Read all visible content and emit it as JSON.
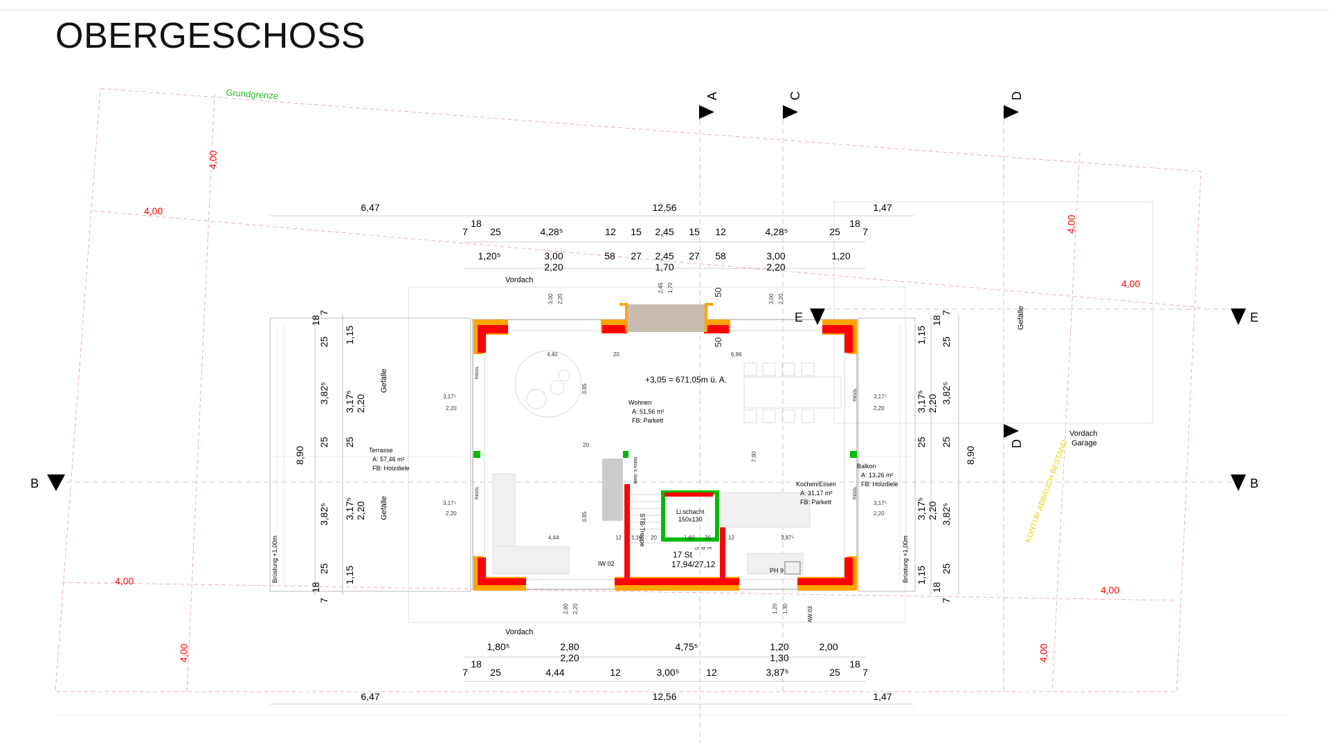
{
  "title": "OBERGESCHOSS",
  "colors": {
    "grid": "#e09090",
    "red": "#ff0000",
    "orange": "#ffa500",
    "green": "#00bb00",
    "yellow": "#e8d400",
    "gray": "#c8bcb0"
  },
  "labels": {
    "grundgrenze": "Grundgrenze",
    "vordach_top": "Vordach",
    "vordach_bottom": "Vordach",
    "vordach_garage_1": "Vordach",
    "vordach_garage_2": "Garage",
    "kontur": "KONTUR ABBRUCH BESTAND",
    "gefaelle": "Gefälle",
    "bruestung": "Brüstung +1,00m",
    "level": "+3,05 = 671,05m ü. A.",
    "rigol": "RIGOL",
    "stb_treppe": "STB-Treppe",
    "stuetze": "Stütze lt. Statik",
    "iw02": "IW 02",
    "aw03": "AW 03",
    "ph": "PH 9"
  },
  "rooms": {
    "wohnen": {
      "name": "Wohnen",
      "area": "A: 51,56 m²",
      "floor": "FB: Parkett"
    },
    "kochen": {
      "name": "Kochen/Essen",
      "area": "A: 31,17 m²",
      "floor": "FB: Parkett"
    },
    "terrasse": {
      "name": "Terrasse",
      "area": "A:   57,46 m²",
      "floor": "FB: Holzdiele"
    },
    "balkon": {
      "name": "Balkon",
      "area": "A:   13,26 m²",
      "floor": "FB: Holzdiele"
    },
    "schacht": {
      "name": "Li.schacht",
      "size": "150x130"
    },
    "stair": {
      "steps": "17 St",
      "ratio": "17,94/27,12"
    }
  },
  "sections": [
    "A",
    "C",
    "D",
    "E",
    "B"
  ],
  "dims": {
    "top_total": [
      "6,47",
      "12,56",
      "1,47"
    ],
    "top_row1": [
      "7",
      "18",
      "25",
      "4,28⁵",
      "12",
      "15",
      "2,45",
      "15",
      "12",
      "4,28⁵",
      "25",
      "18",
      "7"
    ],
    "top_row2": [
      "1,20⁵",
      "3,00",
      "2,20",
      "58",
      "27",
      "2,45",
      "1,70",
      "27",
      "58",
      "3,00",
      "2,20",
      "1,20"
    ],
    "bottom_row1": [
      "1,80⁵",
      "2,80",
      "2,20",
      "4,75⁵",
      "1,20",
      "1,30",
      "2,00"
    ],
    "bottom_row2": [
      "7",
      "18",
      "25",
      "4,44",
      "12",
      "3,00⁵",
      "12",
      "3,87⁵",
      "25",
      "18",
      "7"
    ],
    "bottom_total": [
      "6,47",
      "12,56",
      "1,47"
    ],
    "left": [
      "7",
      "18",
      "25",
      "3,82⁵",
      "25",
      "8,90",
      "3,82⁵",
      "25",
      "18",
      "7",
      "1,15",
      "3,17⁵",
      "2,20",
      "25",
      "3,17⁵",
      "2,20",
      "1,15"
    ],
    "right": [
      "1,15",
      "3,17⁵",
      "2,20",
      "25",
      "3,17⁵",
      "2,20",
      "1,15",
      "18",
      "25",
      "3,82⁵",
      "25",
      "8,90",
      "3,82⁵",
      "25",
      "18",
      "7",
      "7"
    ],
    "grid_400": [
      "4,00",
      "4,00",
      "4,00",
      "4,00",
      "4,00",
      "4,00",
      "4,00",
      "4,00"
    ],
    "inner": [
      "4,40",
      "20",
      "6,96",
      "3,85",
      "20",
      "3,85",
      "4,44",
      "12",
      "1,10",
      "20",
      "1,60",
      "20",
      "12",
      "3,87⁵",
      "7,90",
      "3,17⁵",
      "2,20",
      "3,17⁵",
      "2,20",
      "3,17⁵",
      "2,20",
      "3,17⁵",
      "2,20",
      "3,00",
      "2,20",
      "3,00",
      "2,20",
      "2,45",
      "1,70",
      "50",
      "50",
      "2,80",
      "2,20",
      "1,20",
      "1,30",
      "5",
      "4",
      "3"
    ]
  }
}
